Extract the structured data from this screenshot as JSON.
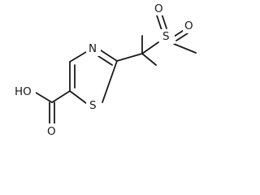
{
  "molecule": {
    "atoms": {
      "oxygen_top": "O",
      "oxygen_right": "O",
      "sulfur_sulfonyl": "S",
      "nitrogen_ring": "N",
      "sulfur_ring": "S",
      "hydroxyl": "HO",
      "oxygen_carbonyl": "O"
    }
  }
}
